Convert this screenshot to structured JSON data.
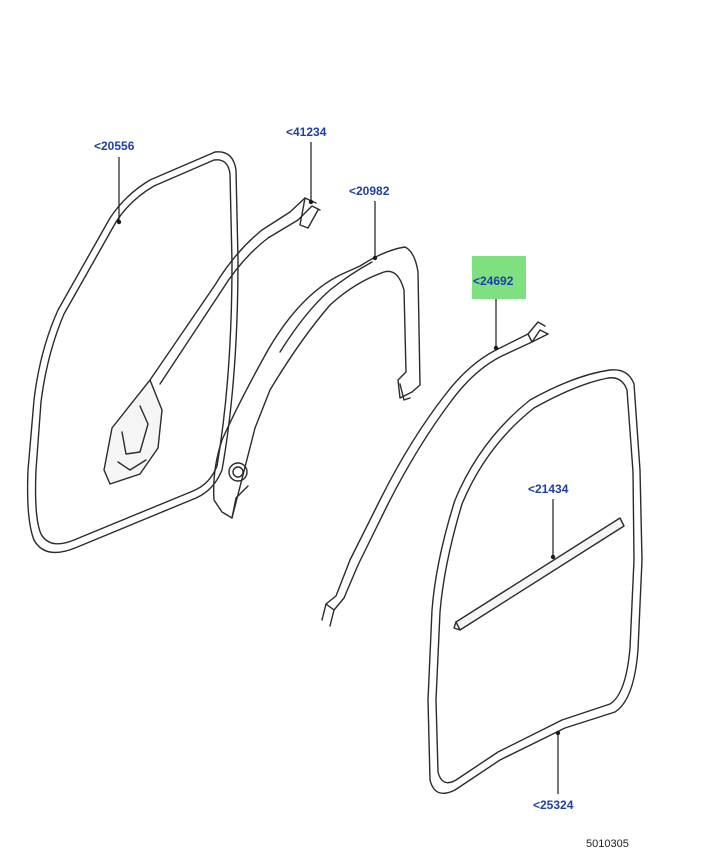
{
  "diagram": {
    "callouts": [
      {
        "id": "c1",
        "label": "<20556",
        "highlighted": false
      },
      {
        "id": "c2",
        "label": "<41234",
        "highlighted": false
      },
      {
        "id": "c3",
        "label": "<20982",
        "highlighted": false
      },
      {
        "id": "c4",
        "label": "<24692",
        "highlighted": true
      },
      {
        "id": "c5",
        "label": "<21434",
        "highlighted": false
      },
      {
        "id": "c6",
        "label": "<25324",
        "highlighted": false
      }
    ],
    "reference_number": "5010305",
    "colors": {
      "callout_text": "#1f3ea8",
      "highlight": "#7ee07e",
      "line": "#2b2b2b"
    }
  }
}
